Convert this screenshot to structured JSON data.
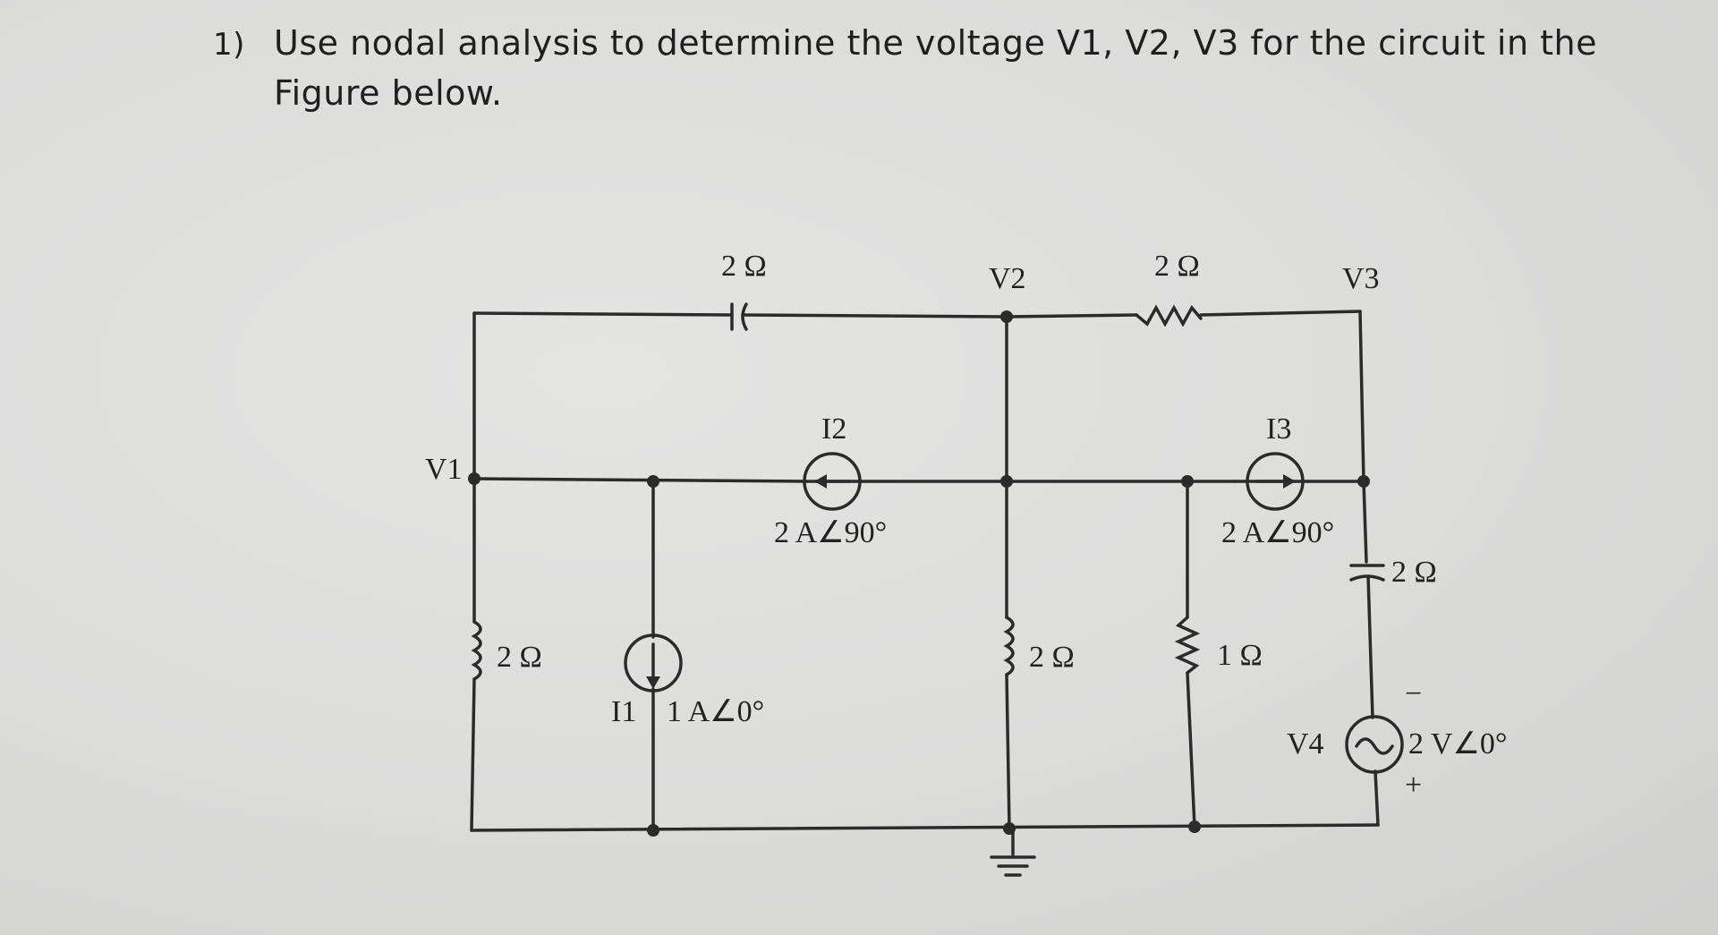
{
  "question": {
    "number": "1)",
    "text": "Use nodal analysis to determine the voltage V1, V2, V3 for the circuit in the Figure below."
  },
  "circuit": {
    "nodes": {
      "v1": "V1",
      "v2": "V2",
      "v3": "V3",
      "v4": "V4"
    },
    "components": {
      "top_capacitor": "2 Ω",
      "top_resistor": "2 Ω",
      "left_inductor": "2 Ω",
      "source_i1_label": "I1",
      "source_i1_value": "1 A∠0°",
      "source_i2_label": "I2",
      "source_i2_value": "2 A∠90°",
      "mid_inductor": "2 Ω",
      "right_resistor": "1 Ω",
      "source_i3_label": "I3",
      "source_i3_value": "2 A∠90°",
      "right_capacitor": "2 Ω",
      "voltage_source_value": "2 V∠0°",
      "minus_sign": "−",
      "plus_sign": "+"
    }
  }
}
